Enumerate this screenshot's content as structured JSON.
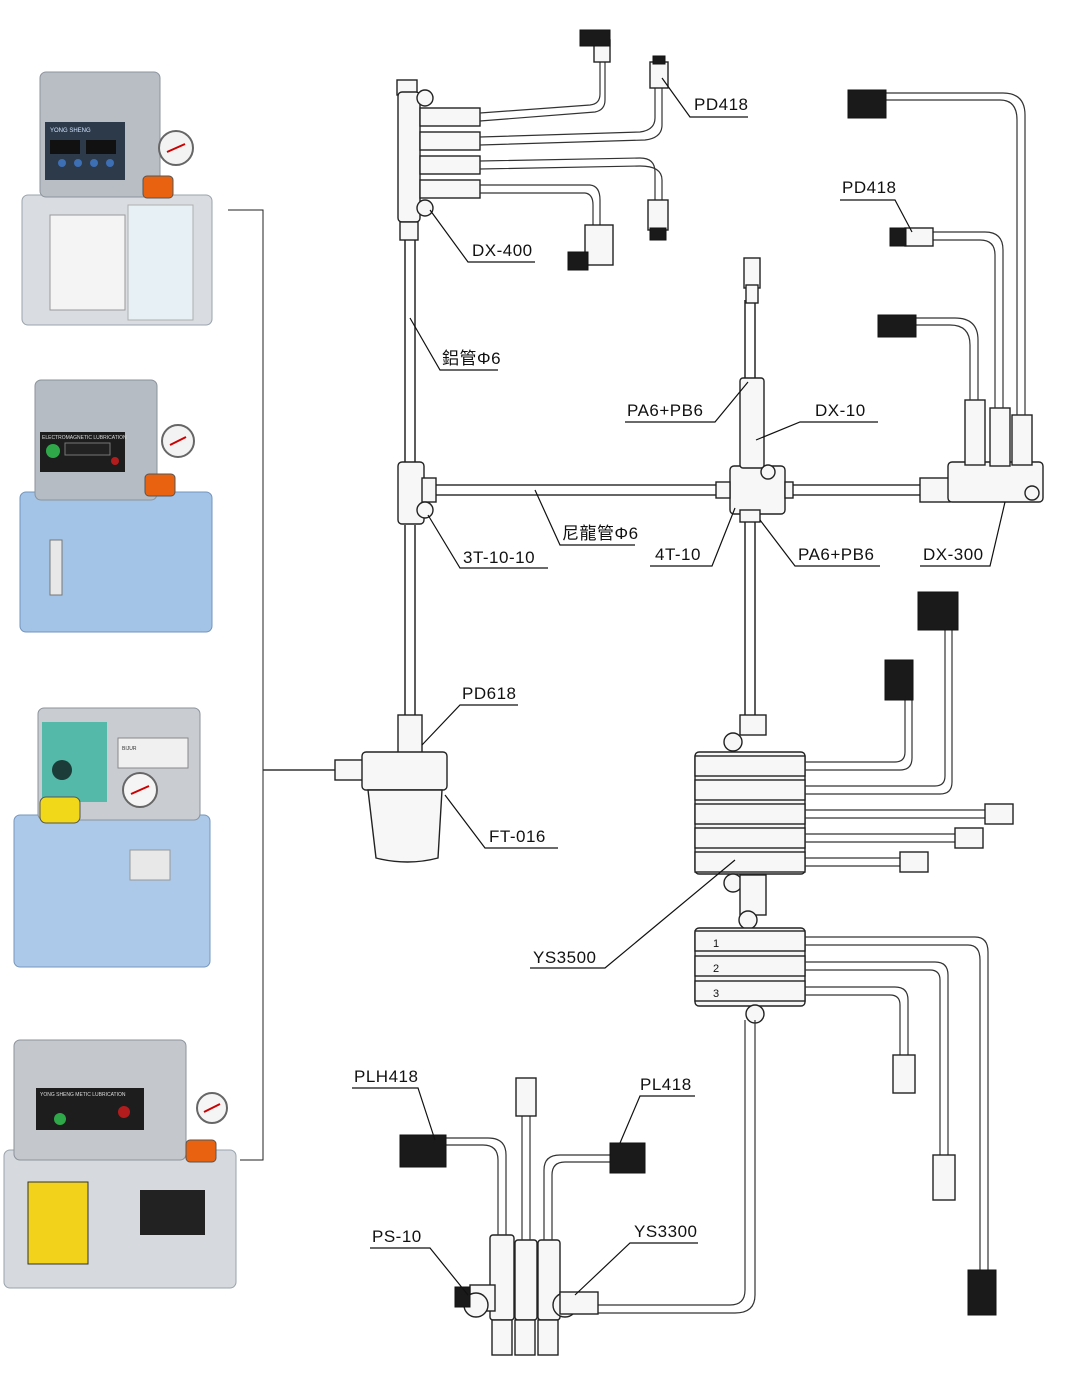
{
  "pumps": [
    {
      "panel_text": "YONG SHENG",
      "accent": "#e8620f"
    },
    {
      "panel_text": "ELECTROMAGNETIC LUBRICATION",
      "accent": "#e8620f"
    },
    {
      "panel_text": "BIJUR",
      "accent": "#f1d91a"
    },
    {
      "panel_text": "YONG SHENG METIC LUBRICATION",
      "accent": "#e8620f"
    }
  ],
  "labels": {
    "pd418_top": "PD418",
    "dx400": "DX-400",
    "lv_pipe": "鋁管Φ6",
    "pd418_right": "PD418",
    "pa6pb6_upper": "PA6+PB6",
    "dx10": "DX-10",
    "nylon_pipe": "尼龍管Φ6",
    "t3": "3T-10-10",
    "t4": "4T-10",
    "pa6pb6_lower": "PA6+PB6",
    "dx300": "DX-300",
    "pd618": "PD618",
    "ft016": "FT-016",
    "ys3500": "YS3500",
    "plh418": "PLH418",
    "pl418": "PL418",
    "ps10": "PS-10",
    "ys3300": "YS3300"
  },
  "block_numbers": [
    "1",
    "2",
    "3"
  ]
}
